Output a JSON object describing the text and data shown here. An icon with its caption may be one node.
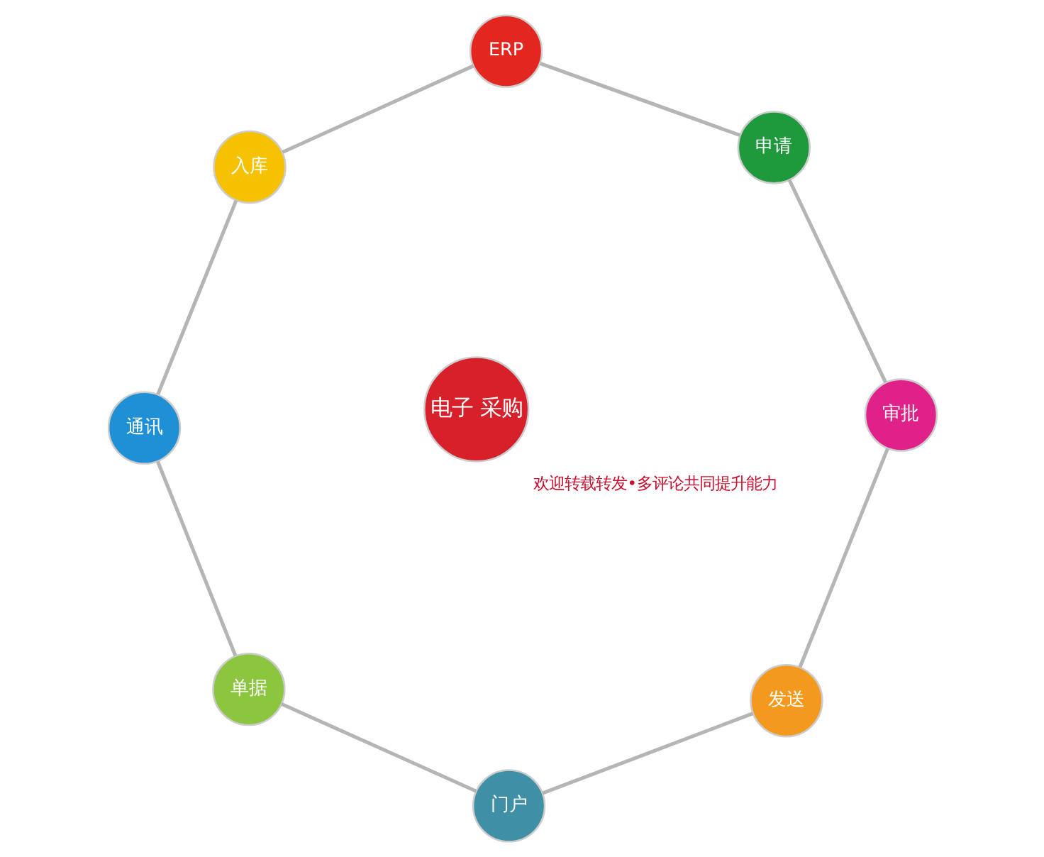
{
  "diagram": {
    "nodes": [
      {
        "text": [
          "发送"
        ]
      },
      {
        "text": [
          "审批"
        ]
      },
      {
        "text": [
          "申请"
        ]
      },
      {
        "text": [
          "ERP"
        ]
      },
      {
        "text": [
          "入库"
        ]
      },
      {
        "text": [
          "通讯"
        ]
      },
      {
        "text": [
          "单据"
        ]
      },
      {
        "text": [
          "门户"
        ]
      },
      {
        "text": [
          "电子 采购"
        ]
      }
    ],
    "edges": [
      {
        "from": 0,
        "to": 1,
        "arrow": "none"
      },
      {
        "from": 1,
        "to": 2,
        "arrow": "none"
      },
      {
        "from": 2,
        "to": 3,
        "arrow": "none"
      },
      {
        "from": 3,
        "to": 4,
        "arrow": "none"
      },
      {
        "from": 4,
        "to": 5,
        "arrow": "none"
      },
      {
        "from": 5,
        "to": 6,
        "arrow": "none"
      },
      {
        "from": 6,
        "to": 7,
        "arrow": "none"
      },
      {
        "from": 7,
        "to": 0,
        "arrow": "none"
      }
    ],
    "labels": [
      "欢迎转载转发•多评论共同提升能力"
    ]
  }
}
